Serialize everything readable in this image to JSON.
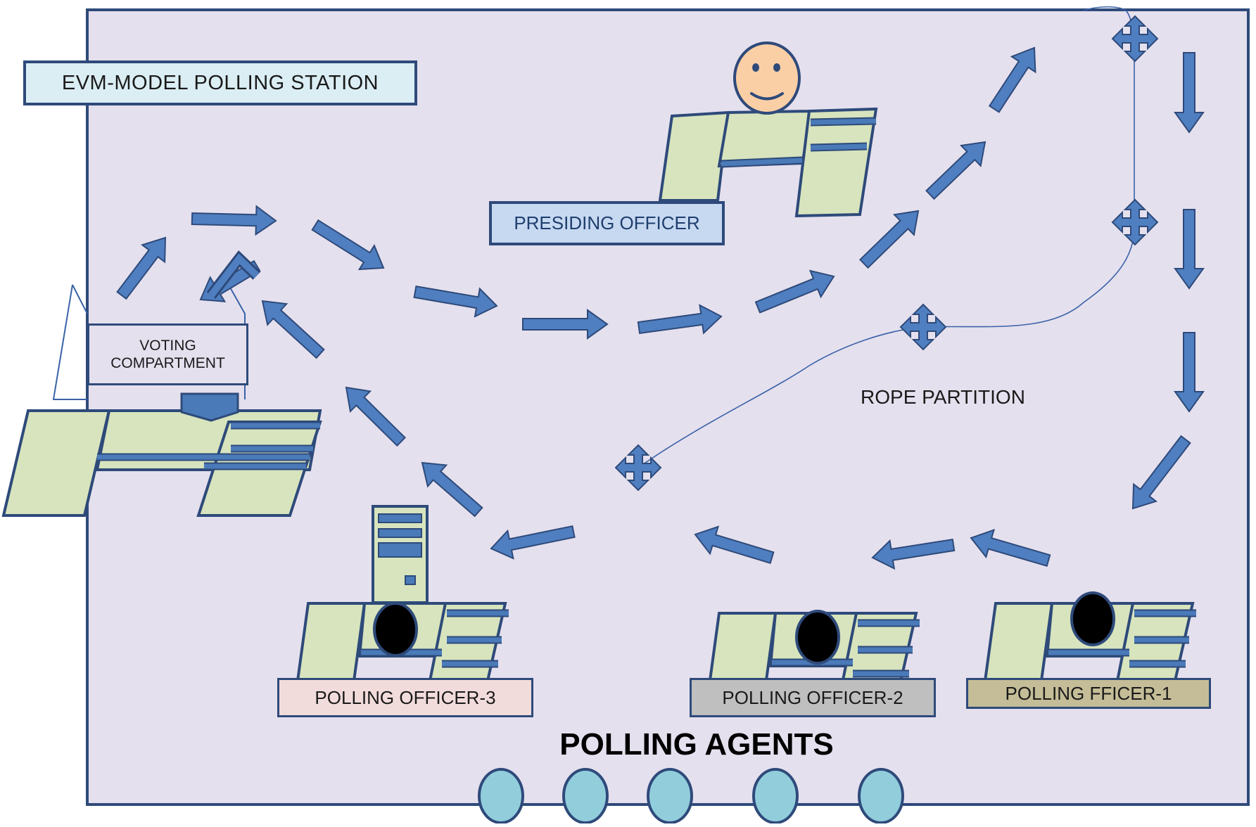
{
  "title": "EVM-MODEL POLLING STATION",
  "labels": {
    "presiding_officer": "PRESIDING OFFICER",
    "voting_compartment": "VOTING COMPARTMENT",
    "rope_partition": "ROPE PARTITION",
    "polling_officer_3": "POLLING OFFICER-3",
    "polling_officer_2": "POLLING OFFICER-2",
    "polling_officer_1": "POLLING FFICER-1",
    "polling_agents": "POLLING AGENTS"
  },
  "colors": {
    "room_fill": "#e5e0ee",
    "outline": "#2e4a7a",
    "arrow": "#4f7fc0",
    "desk_fill": "#d7e4bd",
    "desk_bar": "#4a7ab8",
    "face": "#fbcfa6",
    "agent": "#92cddc",
    "title_box": "#dbeef4",
    "presiding_box": "#c6d9f1",
    "po3_box": "#f2dcdb",
    "po2_box": "#bfbfbf",
    "po1_box": "#c4bd97"
  },
  "icons": {
    "arrow": "flow-arrow-icon",
    "pole": "rope-pole-icon",
    "face": "smiley-face-icon",
    "officer": "seated-officer-icon",
    "evm": "evm-machine-icon",
    "agent": "polling-agent-icon"
  }
}
